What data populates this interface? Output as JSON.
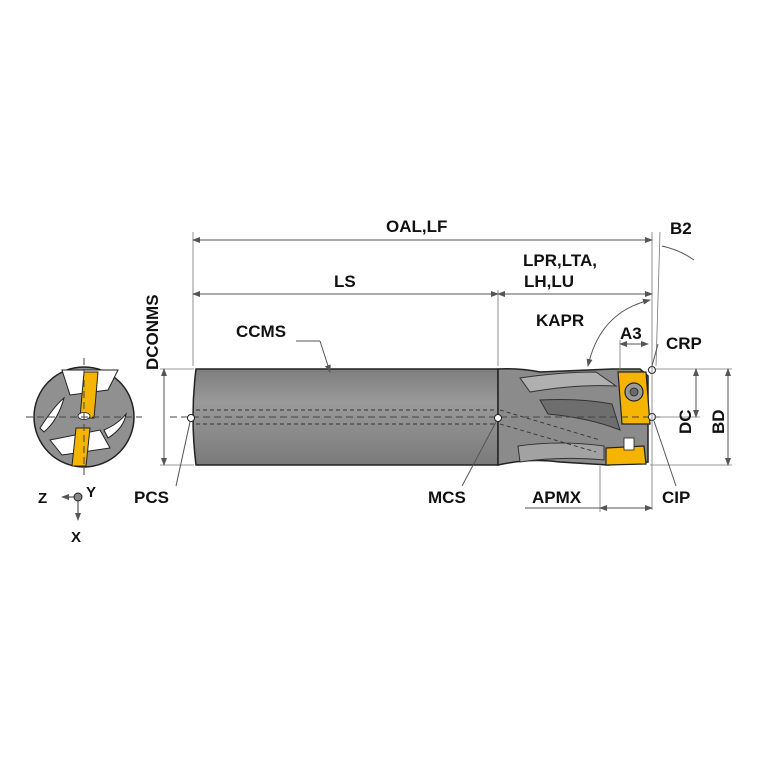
{
  "colors": {
    "body": "#8e8e8f",
    "body_dark": "#6d6d6e",
    "body_light": "#a9a9aa",
    "insert": "#f5b400",
    "outline": "#222222",
    "dimension": "#555555"
  },
  "labels": {
    "oal_lf": "OAL,LF",
    "ls": "LS",
    "lpr_lta_line1": "LPR,LTA,",
    "lpr_lta_line2": "LH,LU",
    "b2": "B2",
    "kapr": "KAPR",
    "a3": "A3",
    "crp": "CRP",
    "dc": "DC",
    "bd": "BD",
    "dconms": "DCONMS",
    "ccms": "CCMS",
    "pcs": "PCS",
    "mcs": "MCS",
    "apmx": "APMX",
    "cip": "CIP"
  },
  "axes": {
    "z": "Z",
    "y": "Y",
    "x": "X"
  }
}
